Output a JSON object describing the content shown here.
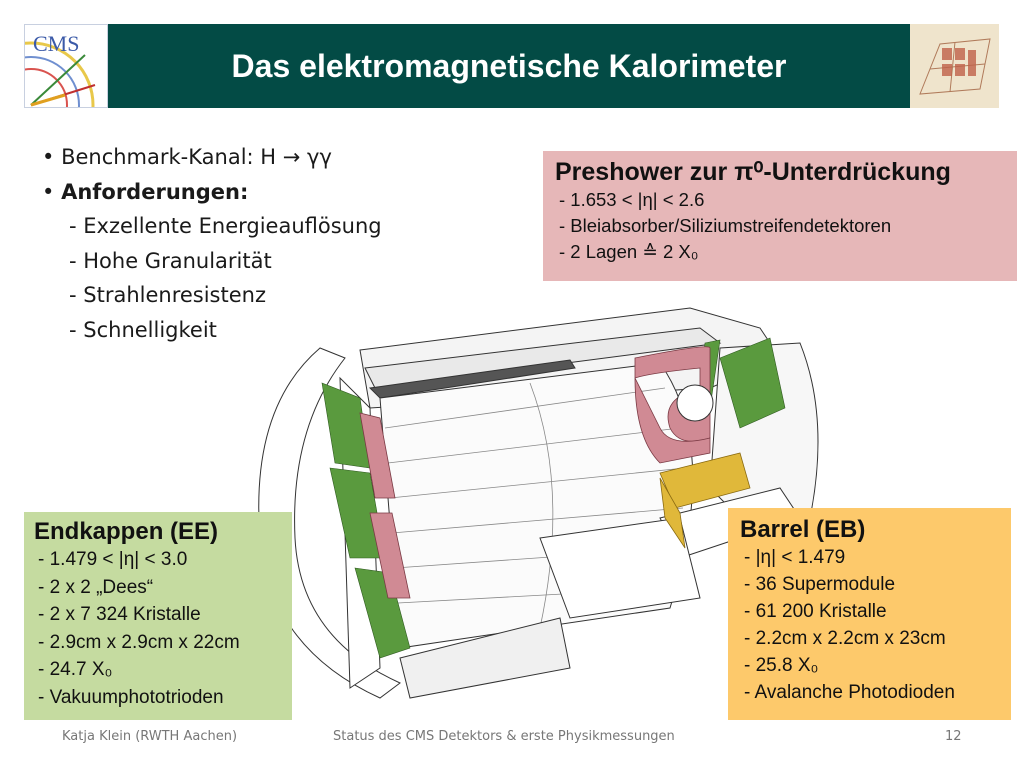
{
  "header": {
    "title": "Das elektromagnetische Kalorimeter",
    "logo_left_text": "CMS"
  },
  "bullets": {
    "b1": "Benchmark-Kanal: H → γγ",
    "b2": "Anforderungen:",
    "items": [
      "- Exzellente Energieauflösung",
      "- Hohe Granularität",
      "- Strahlenresistenz",
      "- Schnelligkeit"
    ]
  },
  "preshower": {
    "title": "Preshower zur π⁰-Unterdrückung",
    "lines": [
      "- 1.653 < |η| < 2.6",
      "- Bleiabsorber/Siliziumstreifendetektoren",
      "- 2 Lagen ≙ 2 X₀"
    ]
  },
  "endcaps": {
    "title": "Endkappen (EE)",
    "lines": [
      "- 1.479 < |η| < 3.0",
      "- 2 x 2 „Dees“",
      "- 2 x 7 324 Kristalle",
      "- 2.9cm x 2.9cm x 22cm",
      "- 24.7 X₀",
      "- Vakuumphototrioden"
    ]
  },
  "barrel": {
    "title": "Barrel (EB)",
    "lines": [
      "- |η| < 1.479",
      "- 36 Supermodule",
      "- 61 200 Kristalle",
      "- 2.2cm x 2.2cm x 23cm",
      "- 25.8 X₀",
      "- Avalanche Photodioden"
    ]
  },
  "footer": {
    "author": "Katja Klein (RWTH Aachen)",
    "talk": "Status des CMS Detektors & erste Physikmessungen",
    "page": "12"
  },
  "colors": {
    "title_bar": "#034b45",
    "preshower_box": "#e6b7b8",
    "endcap_box": "#c5dba0",
    "barrel_box": "#fdc96b",
    "detector_green": "#5a9a3e",
    "detector_pink": "#d08a94",
    "detector_yellow": "#e0b83a"
  }
}
